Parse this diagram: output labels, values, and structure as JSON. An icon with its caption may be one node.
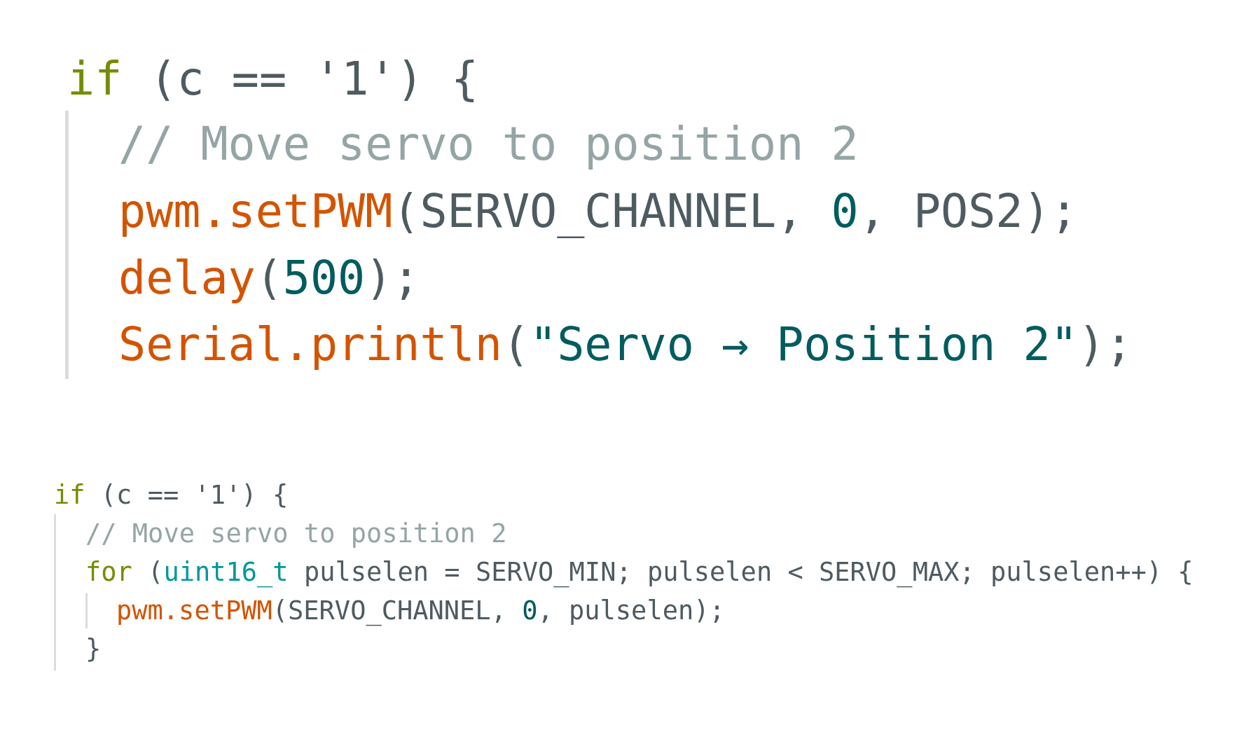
{
  "diagram": {
    "labels": [
      "if (c == '1') {",
      "// Move servo to position 2",
      "pwm.setPWM(SERVO_CHANNEL, 0, POS2);",
      "delay(500);",
      "Serial.println(\"Servo → Position 2\");",
      "if (c == '1') {",
      "// Move servo to position 2",
      "for (uint16_t pulselen = SERVO_MIN; pulselen < SERVO_MAX; pulselen++) {",
      "pwm.setPWM(SERVO_CHANNEL, 0, pulselen);",
      "}"
    ]
  }
}
